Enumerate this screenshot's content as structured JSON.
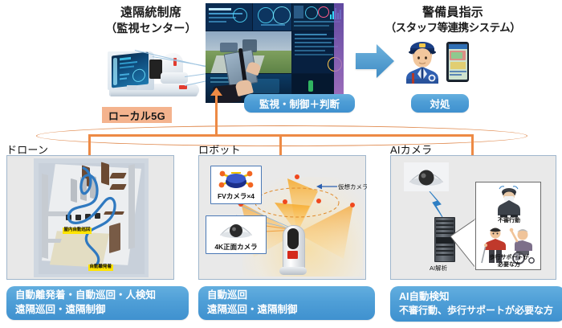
{
  "diagram": {
    "title_control_center": {
      "line1": "遠隔統制席",
      "line2": "（監視センター）"
    },
    "title_guard_system": {
      "line1": "警備員指示",
      "line2": "（スタッフ等連携システム）"
    },
    "badge_local5g": "ローカル5G",
    "pill_monitoring": "監視・制御＋判断",
    "pill_response": "対処",
    "panels": [
      {
        "key": "drone",
        "title": "ドローン",
        "caption_line1": "自動離発着・自動巡回・人検知",
        "caption_line2": "遠隔巡回・遠隔制御",
        "image_labels": {
          "indoor_patrol": "屋内自動巡回",
          "auto_takeoff": "自動離発着"
        }
      },
      {
        "key": "robot",
        "title": "ロボット",
        "caption_line1": "自動巡回",
        "caption_line2": "遠隔巡回・遠隔制御",
        "image_labels": {
          "fv_camera": "FVカメラ×4",
          "front_camera": "4K正面カメラ",
          "virtual_camera": "仮想カメラ"
        }
      },
      {
        "key": "ai-camera",
        "title": "AIカメラ",
        "caption_line1": "AI自動検知",
        "caption_line2": "不審行動、歩行サポートが必要な方",
        "image_labels": {
          "ai_analysis": "AI解析",
          "suspicious": "不審行動",
          "walking_support_l1": "歩行サポートが",
          "walking_support_l2": "必要な方"
        }
      }
    ],
    "colors": {
      "pill_blue": "#4e9ed6",
      "tag_peach": "#f4b38e",
      "network_orange": "#ed8a45",
      "panel_border": "#9fb6cc",
      "arrow_blue": "#4e92c9"
    }
  }
}
